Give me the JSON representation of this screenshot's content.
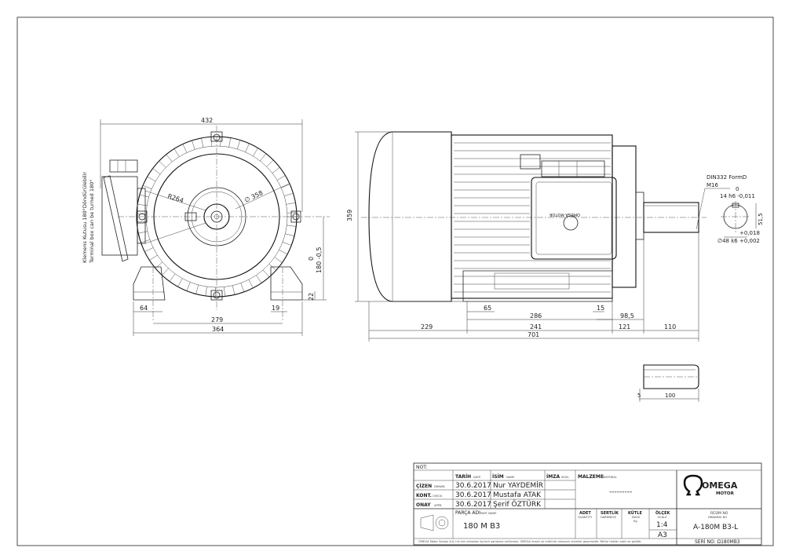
{
  "front_view": {
    "dim_width": "432",
    "dim_radius": "R264",
    "dim_diameter": "∅ 358",
    "dim_foot_width": "64",
    "dim_hole": "19",
    "dim_hole_spacing": "279",
    "dim_base_width": "364",
    "dim_foot_height": "22",
    "dim_shaft_height": "180 -0,5",
    "dim_shaft_height_upper": "0",
    "terminal_note_tr": "Klemens Kutusu 180°Döndürülebilir",
    "terminal_note_en": "Terminal box can be turned 180°"
  },
  "side_view": {
    "dim_height": "359",
    "dim_65": "65",
    "dim_15": "15",
    "dim_286": "286",
    "dim_98_5": "98,5",
    "dim_229": "229",
    "dim_241": "241",
    "dim_121": "121",
    "dim_110": "110",
    "dim_total": "701",
    "nameplate_logo": "OMEGA MOTOR"
  },
  "shaft_detail": {
    "thread_note": "DIN332 FormD",
    "thread": "M16",
    "key_tol_upper": "0",
    "key_width": "14 h6 -0,011",
    "key_height": "51,5",
    "shaft_tol_upper": "+0,018",
    "shaft_dia": "∅48 k6 +0,002"
  },
  "key_detail": {
    "dim_5": "5",
    "dim_100": "100"
  },
  "title_block": {
    "not_label": "NOT:",
    "date_label": "TARİH",
    "date_sub": "DATE",
    "name_label": "İSİM",
    "name_sub": "NAME",
    "sign_label": "İMZA",
    "sign_sub": "SIGN.",
    "material_label": "MALZEME",
    "material_sub": "MATERIAL",
    "material_value": "---------",
    "rows": [
      {
        "label": "ÇİZEN",
        "sub": "DRAWN",
        "date": "30.6.2017",
        "name": "Nur YAYDEMİR"
      },
      {
        "label": "KONT.",
        "sub": "CHECK",
        "date": "30.6.2017",
        "name": "Mustafa ATAK"
      },
      {
        "label": "ONAY",
        "sub": "APPR.",
        "date": "30.6.2017",
        "name": "Şerif ÖZTÜRK"
      }
    ],
    "part_name_label": "PARÇA ADI",
    "part_name_sub": "PART NAME",
    "part_name": "180 M B3",
    "quantity_label": "ADET",
    "quantity_sub": "QUANTITY",
    "hardness_label": "SERTLİK",
    "hardness_sub": "HARDNESS",
    "mass_label": "KÜTLE",
    "mass_sub": "MASS",
    "mass_unit": "Kg",
    "scale_label": "ÖLÇEK",
    "scale_sub": "SCALE",
    "scale": "1:4",
    "paper": "A3",
    "drawing_no_label": "RESİM NO",
    "drawing_no_sub": "DRAWING NO",
    "drawing_no": "A-180M B3-L",
    "serial_no": "SERİ NO: Ω180MB3",
    "logo_name": "OMEGA",
    "logo_sub": "MOTOR",
    "footer_note": "OMEGA Motor Sanayi A.Ş.'nin izni olmadan üçüncü şahıslara verilemez. OMEGA imzalı ve mühürlü olmayan resimler geçersizdir. Bütün hakları saklı ve gizlidir."
  }
}
